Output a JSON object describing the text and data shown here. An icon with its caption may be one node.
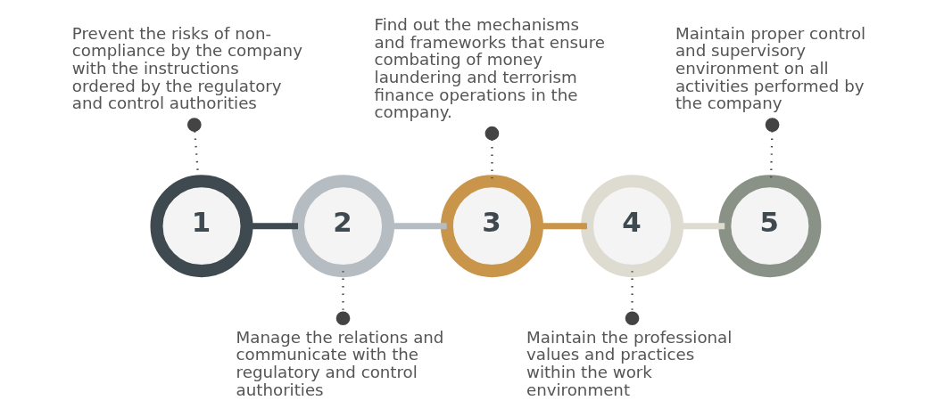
{
  "diagram": {
    "nodes": [
      {
        "text": [
          "Prevent the risks of non-compliance by the company with the instructions ordered by the regulatory and control authorities"
        ]
      },
      {
        "text": [
          "Find out the mechanisms and frameworks that ensure combating of money laundering and terrorism finance operations in the company."
        ]
      },
      {
        "text": [
          "Maintain proper control and supervisory environment on all activities performed by the company"
        ]
      },
      {
        "text": [
          "1"
        ]
      },
      {
        "text": [
          "2"
        ]
      },
      {
        "text": [
          "3"
        ]
      },
      {
        "text": [
          "4"
        ]
      },
      {
        "text": [
          "5"
        ]
      },
      {
        "text": [
          "Manage the relations and communicate with the regulatory and control authorities"
        ]
      },
      {
        "text": [
          "Maintain the professional values and practices within the work environment"
        ]
      }
    ],
    "edges": [
      {
        "from": 0,
        "to": 3,
        "arrow": "other",
        "style": "dashed"
      },
      {
        "from": 1,
        "to": 5,
        "arrow": "other",
        "style": "dashed"
      },
      {
        "from": 2,
        "to": 7,
        "arrow": "other",
        "style": "dashed"
      },
      {
        "from": 3,
        "to": 4,
        "arrow": "none",
        "style": "thick",
        "color": "#3f4a50"
      },
      {
        "from": 4,
        "to": 5,
        "arrow": "none",
        "style": "thick",
        "color": "#b5bcc2"
      },
      {
        "from": 5,
        "to": 6,
        "arrow": "none",
        "style": "thick",
        "color": "#c9954a"
      },
      {
        "from": 6,
        "to": 7,
        "arrow": "none",
        "style": "thick",
        "color": "#dedbd0"
      },
      {
        "from": 8,
        "to": 4,
        "arrow": "other",
        "style": "dashed"
      },
      {
        "from": 9,
        "to": 6,
        "arrow": "other",
        "style": "dashed"
      }
    ]
  }
}
